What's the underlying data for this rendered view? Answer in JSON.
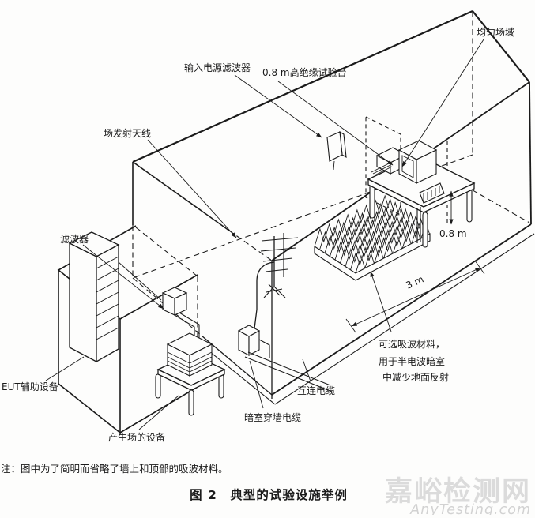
{
  "figure": {
    "note": "注：图中为了简明而省略了墙上和顶部的吸波材料。",
    "caption": "图 2　典型的试验设施举例"
  },
  "labels": {
    "test_table": "0.8 m高绝缘试验台",
    "uniform_field": "均匀场域",
    "input_power_filter": "输入电源滤波器",
    "field_antenna": "场发射天线",
    "filter": "滤波器",
    "eut_aux": "EUT辅助设备",
    "field_gen": "产生场的设备",
    "wall_cable": "暗室穿墙电缆",
    "interconnect": "互连电缆",
    "absorber1": "可选吸波材料，",
    "absorber2": "用于半电波暗室",
    "absorber3": "中减少地面反射",
    "dim_height": "0.8 m",
    "dim_distance": "3 m"
  },
  "watermark": {
    "cn": "嘉峪检测网",
    "en": "AnyTesting.com"
  },
  "colors": {
    "line": "#1b1b1b",
    "background": "#fdfdfc",
    "watermark_cn": "#dbdbdb",
    "watermark_en": "#d2d2d2"
  }
}
